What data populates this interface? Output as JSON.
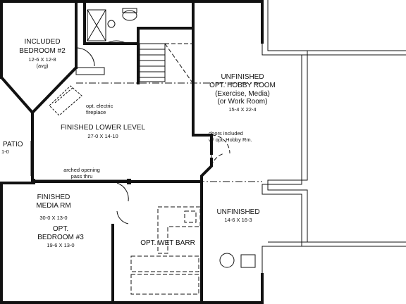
{
  "rooms": {
    "bedroom2": {
      "line1": "INCLUDED",
      "line2": "BEDROOM #2",
      "dims": "12-6 X 12-8",
      "note": "(avg)"
    },
    "fireplace": {
      "line1": "opt. electric",
      "line2": "fireplace"
    },
    "lower_level": {
      "name": "FINISHED LOWER LEVEL",
      "dims": "27-0 X 14-10"
    },
    "patio": {
      "name": "PATIO",
      "dims": "1-0"
    },
    "hobby": {
      "line1": "UNFINISHED",
      "line2": "OPT. HOBBY ROOM",
      "line3": "(Exercise, Media)",
      "line4": "(or Work Room)",
      "dims": "15-4 X 22-4"
    },
    "doors_note": {
      "line1": "doors included",
      "line2": "w/ opt. Hobby Rm."
    },
    "arched": {
      "line1": "arched opening",
      "line2": "pass thru"
    },
    "media": {
      "line1": "FINISHED",
      "line2": "MEDIA RM",
      "dims": "30-0 X 13-0"
    },
    "bedroom3": {
      "line1": "OPT.",
      "line2": "BEDROOM #3",
      "dims": "19-6 X 13-0"
    },
    "wet_bar": {
      "name": "OPT. WET BARR"
    },
    "unfinished": {
      "name": "UNFINISHED",
      "dims": "14-6 X 16-3"
    }
  }
}
